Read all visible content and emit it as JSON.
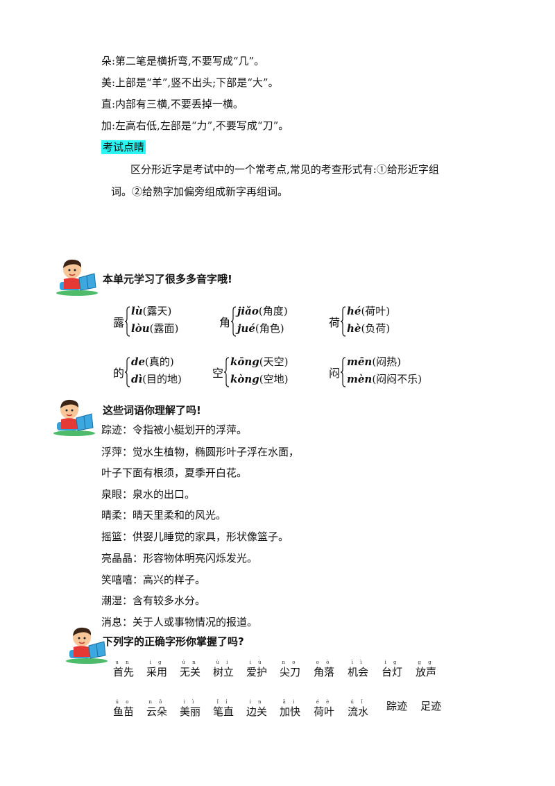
{
  "notes": [
    "朵:第二笔是横折弯,不要写成“几”。",
    "美:上部是“羊”,竖不出头;下部是“大”。",
    "直:内部有三横,不要丢掉一横。",
    "加:左高右低,左部是“力”,不要写成“刀”。"
  ],
  "exam": {
    "tag": "考试点睛",
    "line1": "区分形近字是考试中的一个常考点,常见的考查形式有:①给形近字组",
    "line2": "词。②给熟字加偏旁组成新字再组词。"
  },
  "section1": {
    "title": "本单元学习了很多多音字哦!"
  },
  "polyphones": [
    {
      "char": "露",
      "r1": {
        "py": "lù",
        "w": "(露天)"
      },
      "r2": {
        "py": "lòu",
        "w": "(露面)"
      }
    },
    {
      "char": "角",
      "r1": {
        "py": "jiǎo",
        "w": "(角度)"
      },
      "r2": {
        "py": "jué",
        "w": "(角色)"
      }
    },
    {
      "char": "荷",
      "r1": {
        "py": "hé",
        "w": "(荷叶)"
      },
      "r2": {
        "py": "hè",
        "w": "(负荷)"
      }
    },
    {
      "char": "的",
      "r1": {
        "py": "de",
        "w": "(真的)"
      },
      "r2": {
        "py": "dì",
        "w": "(目的地)"
      }
    },
    {
      "char": "空",
      "r1": {
        "py": "kōng",
        "w": "(天空)"
      },
      "r2": {
        "py": "kòng",
        "w": "(空地)"
      }
    },
    {
      "char": "闷",
      "r1": {
        "py": "mēn",
        "w": "(闷热)"
      },
      "r2": {
        "py": "mèn",
        "w": "(闷闷不乐)"
      }
    }
  ],
  "section2": {
    "title": "这些词语你理解了吗!"
  },
  "vocab": [
    "踪迹：令指被小艇划开的浮萍。",
    "浮萍：觉水生植物，椭圆形叶子浮在水面，",
    "叶子下面有根须，夏季开白花。",
    "泉眼：泉水的出口。",
    "晴柔：晴天里柔和的风光。",
    "摇篮：供婴儿睡觉的家具，形状像篮子。",
    "亮晶晶：形容物体明亮闪烁发光。",
    "笑嘻嘻：高兴的样子。",
    "潮湿：含有较多水分。",
    "消息：关于人或事物情况的报道。"
  ],
  "section3": {
    "title": "下列字的正确字形你掌握了吗?"
  },
  "words_row1": [
    {
      "pin": "u n",
      "w": "首先"
    },
    {
      "pin": "i g",
      "w": "采用"
    },
    {
      "pin": "ú n",
      "w": "无关"
    },
    {
      "pin": "ù i",
      "w": "树立"
    },
    {
      "pin": "i ù",
      "w": "爱护"
    },
    {
      "pin": "n o",
      "w": "尖刀"
    },
    {
      "pin": "o ò",
      "w": "角落"
    },
    {
      "pin": "ī ì",
      "w": "机会"
    },
    {
      "pin": "i g",
      "w": "台灯"
    },
    {
      "pin": "g g",
      "w": "放声"
    }
  ],
  "words_row2": [
    {
      "pin": "ú o",
      "w": "鱼苗"
    },
    {
      "pin": "n ǒ",
      "w": "云朵"
    },
    {
      "pin": "i ì",
      "w": "美丽"
    },
    {
      "pin": "ǐ í",
      "w": "笔直"
    },
    {
      "pin": "i n",
      "w": "边关"
    },
    {
      "pin": "ā i",
      "w": "加快"
    },
    {
      "pin": "é è",
      "w": "荷叶"
    },
    {
      "pin": "ú ǐ",
      "w": "流水"
    },
    {
      "pin": "",
      "w": "踪迹"
    },
    {
      "pin": "",
      "w": "足迹"
    }
  ]
}
